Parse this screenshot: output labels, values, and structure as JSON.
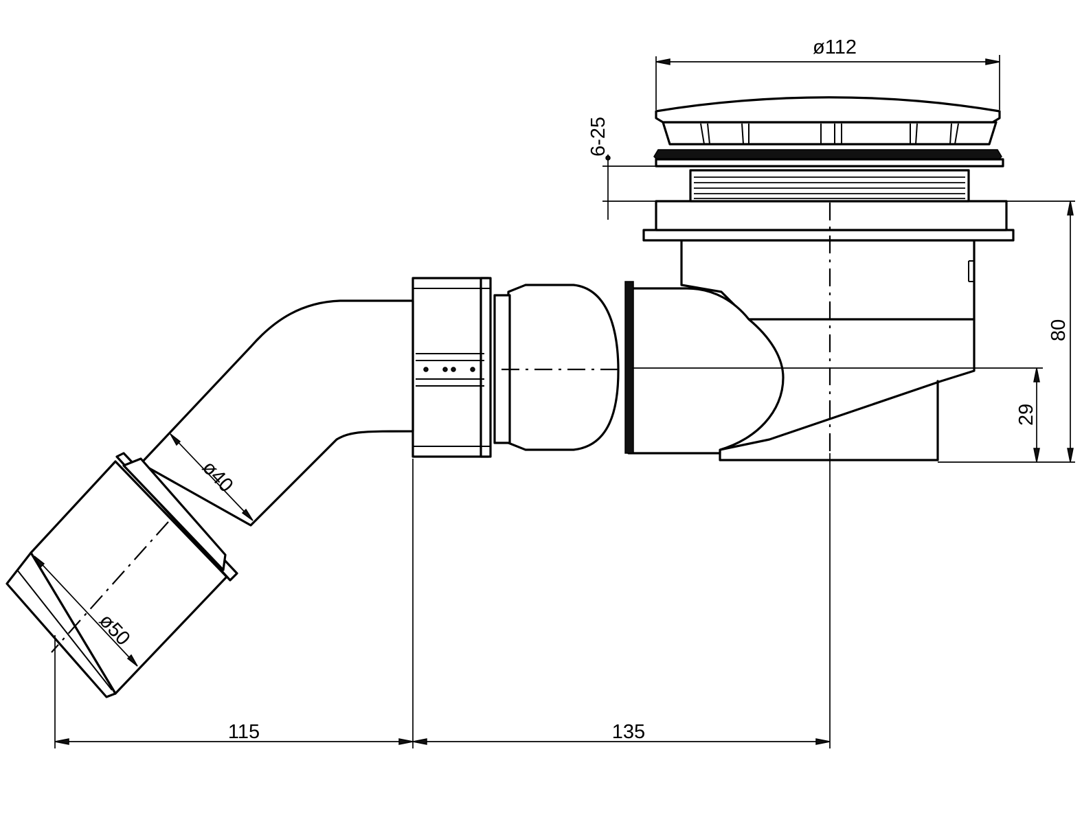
{
  "diagram": {
    "labels": {
      "grate_diameter": "ø112",
      "adjust_range": "6-25",
      "total_height": "80",
      "outlet_height": "29",
      "pipe_diameter": "ø40",
      "outlet_diameter": "ø50",
      "left_length": "115",
      "right_length": "135"
    },
    "colors": {
      "line": "#000000",
      "background": "#ffffff"
    }
  }
}
